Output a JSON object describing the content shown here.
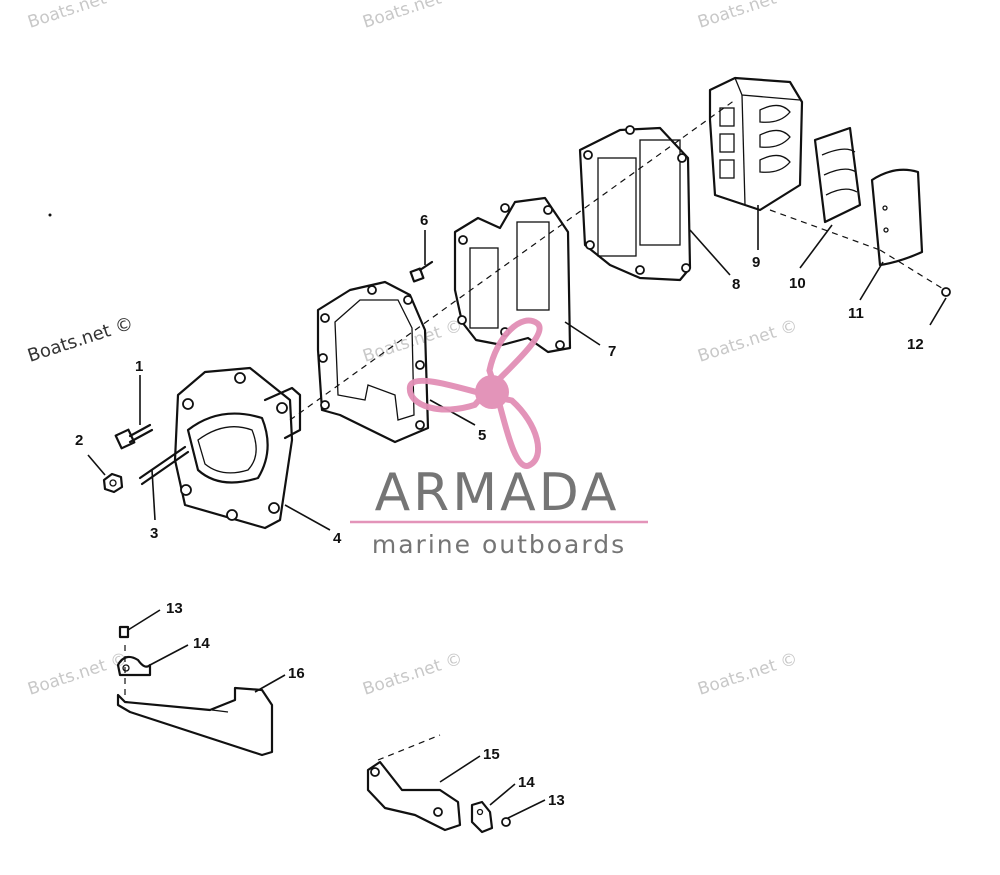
{
  "watermarks": [
    "Boats.net ©",
    "Boats.net ©",
    "Boats.net ©",
    "Boats.net ©",
    "Boats.net ©",
    "Boats.net ©",
    "Boats.net ©",
    "Boats.net ©",
    "Boats.net ©"
  ],
  "watermark_main": "Boats.net ©",
  "brand": {
    "name": "ARMADA",
    "tagline": "marine outboards",
    "accent_color": "#e28fb6",
    "text_color": "#6e6e6e"
  },
  "callouts": [
    "1",
    "2",
    "3",
    "4",
    "5",
    "6",
    "7",
    "8",
    "9",
    "10",
    "11",
    "12",
    "13",
    "14",
    "16",
    "15",
    "14",
    "13"
  ]
}
